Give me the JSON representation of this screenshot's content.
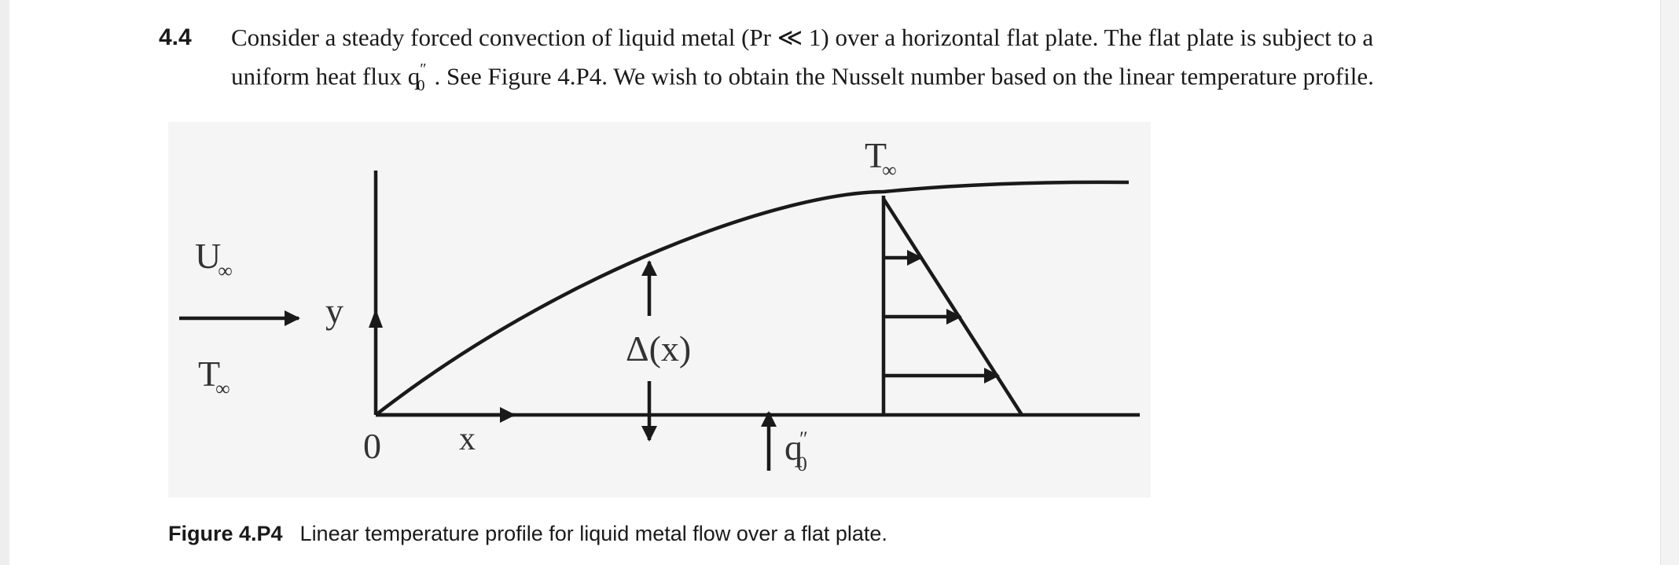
{
  "problem": {
    "number": "4.4",
    "line1": "Consider a steady forced convection of liquid metal (Pr ≪ 1) over a horizontal flat plate. The flat plate is subject to a",
    "line2_start": "uniform heat flux q",
    "line2_sup": "″",
    "line2_sub": "0",
    "line2_end": ". See Figure 4.P4. We wish to obtain the Nusselt number based on the linear temperature profile."
  },
  "figure": {
    "labels": {
      "u_main": "U",
      "u_sub": "∞",
      "t_left_main": "T",
      "t_left_sub": "∞",
      "t_top_main": "T",
      "t_top_sub": "∞",
      "y_axis": "y",
      "x_axis": "x",
      "origin": "0",
      "delta": "Δ(x)",
      "q_main": "q",
      "q_sup": "″",
      "q_sub": "0"
    }
  },
  "caption": {
    "number": "Figure 4.P4",
    "text": "Linear temperature profile for liquid metal flow over a flat plate."
  }
}
